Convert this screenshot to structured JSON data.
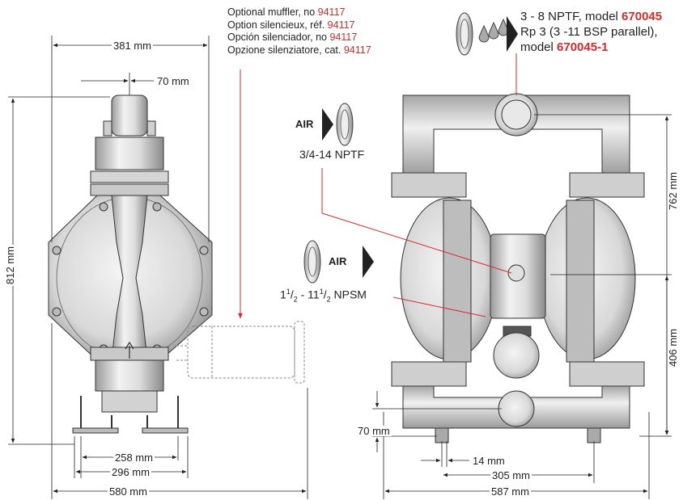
{
  "dimensions": {
    "top_width": "381 mm",
    "muffler_offset": "70 mm",
    "overall_height": "812 mm",
    "foot_inner": "258 mm",
    "foot_outer": "296 mm",
    "left_base_width": "580 mm",
    "right_height": "762 mm",
    "inlet_height": "406 mm",
    "inlet_offset": "70 mm",
    "inlet_small": "14 mm",
    "foot_span": "305 mm",
    "right_base_width": "587 mm"
  },
  "muffler_note": [
    {
      "text": "Optional muffler, no ",
      "ref": "94117"
    },
    {
      "text": "Option silencieux, réf. ",
      "ref": "94117"
    },
    {
      "text": "Opción silenciador, no ",
      "ref": "94117"
    },
    {
      "text": "Opzione silenziatore, cat. ",
      "ref": "94117"
    }
  ],
  "outlet_note": {
    "line1_text": "3 - 8 NPTF, model ",
    "line1_model": "670045",
    "line2_text": "Rp 3 (3 -11 BSP parallel),",
    "line3_text": "model ",
    "line3_model": "670045-1"
  },
  "air_inlet": {
    "badge": "AIR",
    "size": "3/4-14 NPTF"
  },
  "air_exhaust": {
    "badge": "AIR",
    "size_whole": "1",
    "size_num": "1",
    "size_den": "2",
    "size_mid": " - 11",
    "size_num2": "1",
    "size_den2": "2",
    "size_suffix": " NPSM"
  },
  "colors": {
    "callout_red": "#d42a2a",
    "line": "#222222",
    "metal_light": "#e6e6e6",
    "metal_mid": "#bdbdbd",
    "metal_dark": "#7a7a7a"
  }
}
